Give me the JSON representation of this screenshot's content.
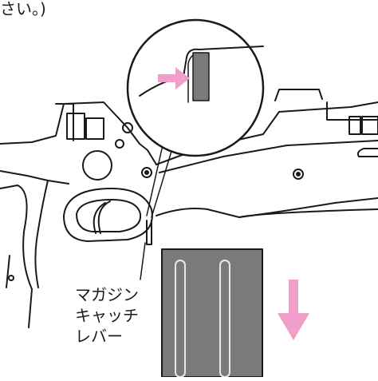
{
  "header_fragment": "さい。)",
  "callout_label": {
    "line1": "マガジン",
    "line2": "キャッチ",
    "line3": "レバー"
  },
  "colors": {
    "line": "#1a1a1a",
    "arrow_pink": "#f0a0c8",
    "magazine_fill": "#7a7a7a",
    "highlight": "#ffffff"
  },
  "icons": {
    "push_arrow": "arrow-right-icon",
    "remove_arrow": "arrow-down-icon"
  }
}
